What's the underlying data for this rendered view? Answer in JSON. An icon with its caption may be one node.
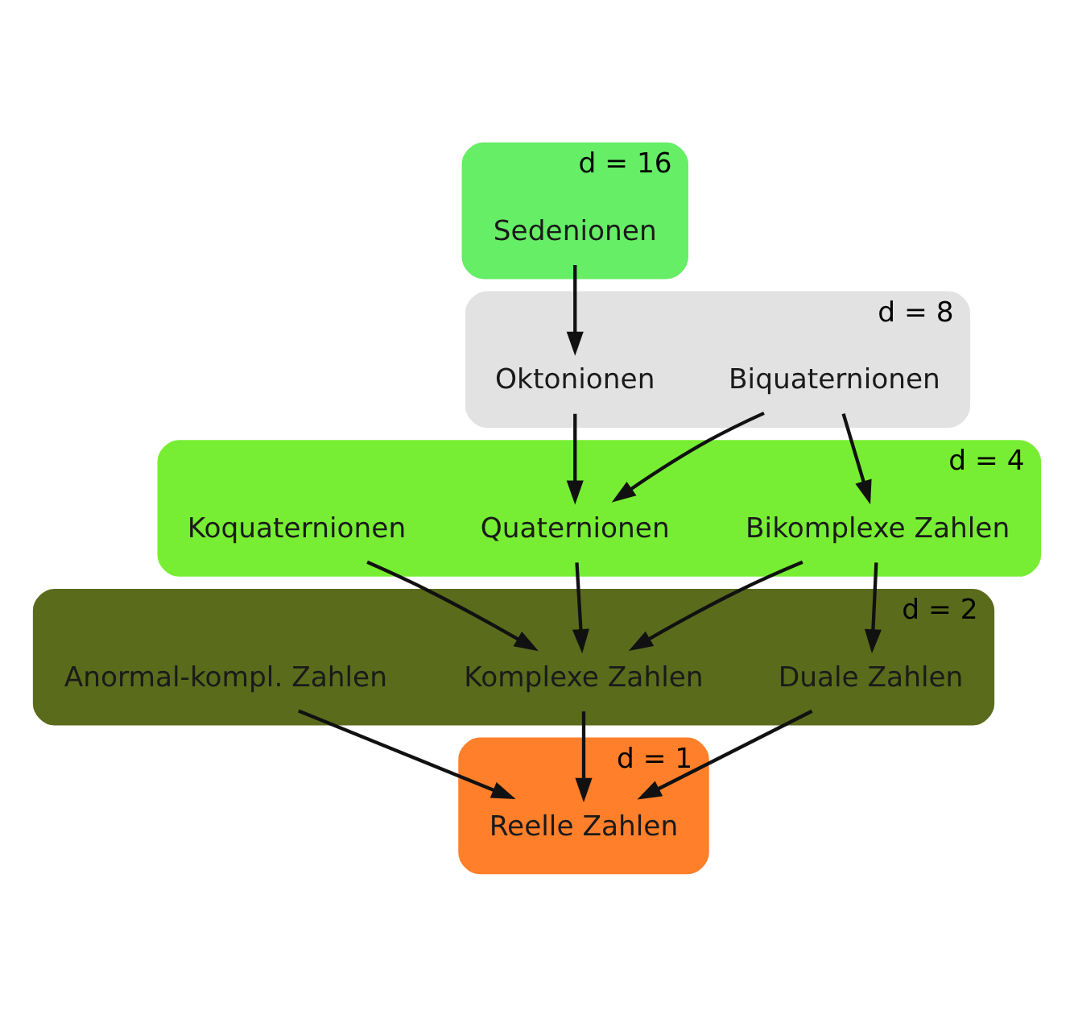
{
  "diagram": {
    "nodes": [
      {
        "text": [
          "d = 16"
        ]
      },
      {
        "text": [
          "Sedenionen"
        ],
        "in": 0
      },
      {
        "text": [
          "d = 8"
        ]
      },
      {
        "text": [
          "Biquaternionen"
        ],
        "in": 2
      },
      {
        "text": [
          "Oktonionen"
        ],
        "in": 2
      },
      {
        "text": [
          "d = 4"
        ]
      },
      {
        "text": [
          "Bikomplexe Zahlen"
        ],
        "in": 5
      },
      {
        "text": [
          "Quaternionen"
        ],
        "in": 5
      },
      {
        "text": [
          "Koquaternionen"
        ],
        "in": 5
      },
      {
        "text": [
          "d = 2"
        ]
      },
      {
        "text": [
          "Komplexe Zahlen"
        ],
        "in": 9
      },
      {
        "text": [
          "Duale Zahlen"
        ],
        "in": 9
      },
      {
        "text": [
          "Anormal-kompl. Zahlen"
        ],
        "in": 9
      },
      {
        "text": [
          "d = 1"
        ]
      },
      {
        "text": [
          "Reelle Zahlen"
        ],
        "in": 13
      }
    ],
    "edges": [
      {
        "from": 1,
        "to": 4,
        "arrow": "to"
      },
      {
        "from": 3,
        "to": 6,
        "arrow": "to"
      },
      {
        "from": 3,
        "to": 7,
        "arrow": "to"
      },
      {
        "from": 4,
        "to": 7,
        "arrow": "to"
      },
      {
        "from": 6,
        "to": 10,
        "arrow": "to"
      },
      {
        "from": 6,
        "to": 11,
        "arrow": "to"
      },
      {
        "from": 7,
        "to": 10,
        "arrow": "to"
      },
      {
        "from": 8,
        "to": 10,
        "arrow": "to"
      },
      {
        "from": 11,
        "to": 14,
        "arrow": "to"
      },
      {
        "from": 10,
        "to": 14,
        "arrow": "to"
      },
      {
        "from": 12,
        "to": 14,
        "arrow": "to"
      }
    ]
  }
}
